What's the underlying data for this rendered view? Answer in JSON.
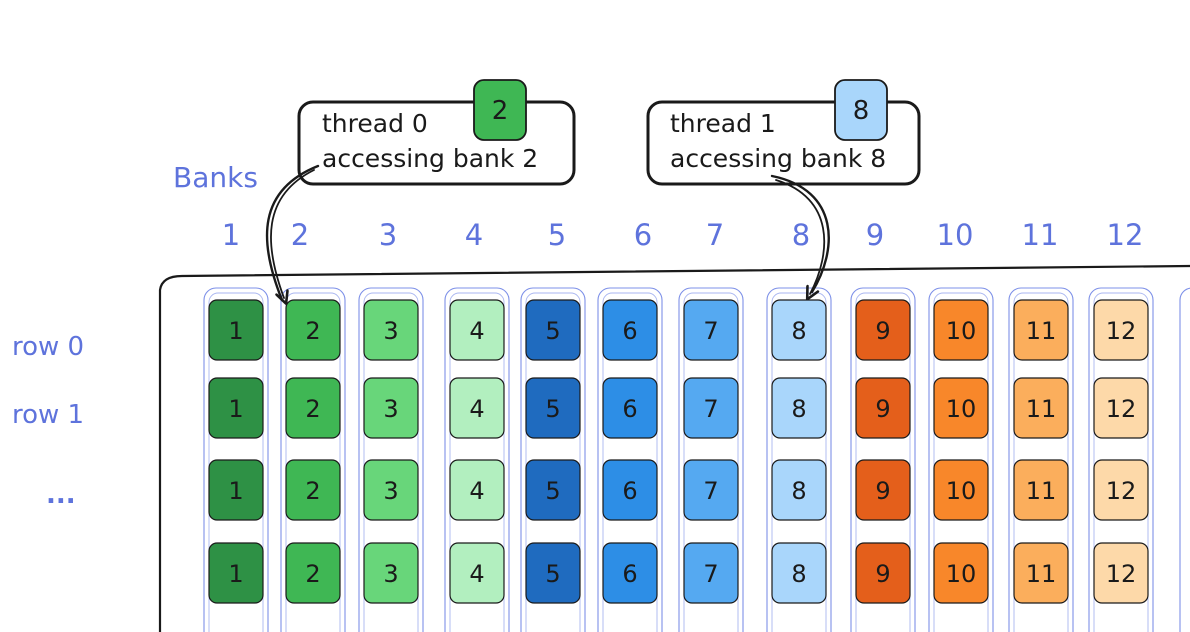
{
  "banks_label": "Banks",
  "bank_numbers": [
    "1",
    "2",
    "3",
    "4",
    "5",
    "6",
    "7",
    "8",
    "9",
    "10",
    "11",
    "12"
  ],
  "row_labels": [
    "row 0",
    "row 1",
    "..."
  ],
  "cell_colors": [
    "#2e9145",
    "#3fb754",
    "#68d67a",
    "#b2efbf",
    "#1f6bbf",
    "#2d8ee6",
    "#55a9f1",
    "#a9d6fb",
    "#e45f1b",
    "#f8872a",
    "#fbae5c",
    "#fdd9a9"
  ],
  "cell_text_color": "#1a1a1a",
  "label_color": "#5e73dc",
  "callouts": [
    {
      "line1": "thread 0",
      "line2": "accessing bank 2",
      "badge": "2",
      "badge_color": "#3fb754",
      "target_bank": 2
    },
    {
      "line1": "thread 1",
      "line2": "accessing bank 8",
      "badge": "8",
      "badge_color": "#a9d6fb",
      "target_bank": 8
    }
  ]
}
